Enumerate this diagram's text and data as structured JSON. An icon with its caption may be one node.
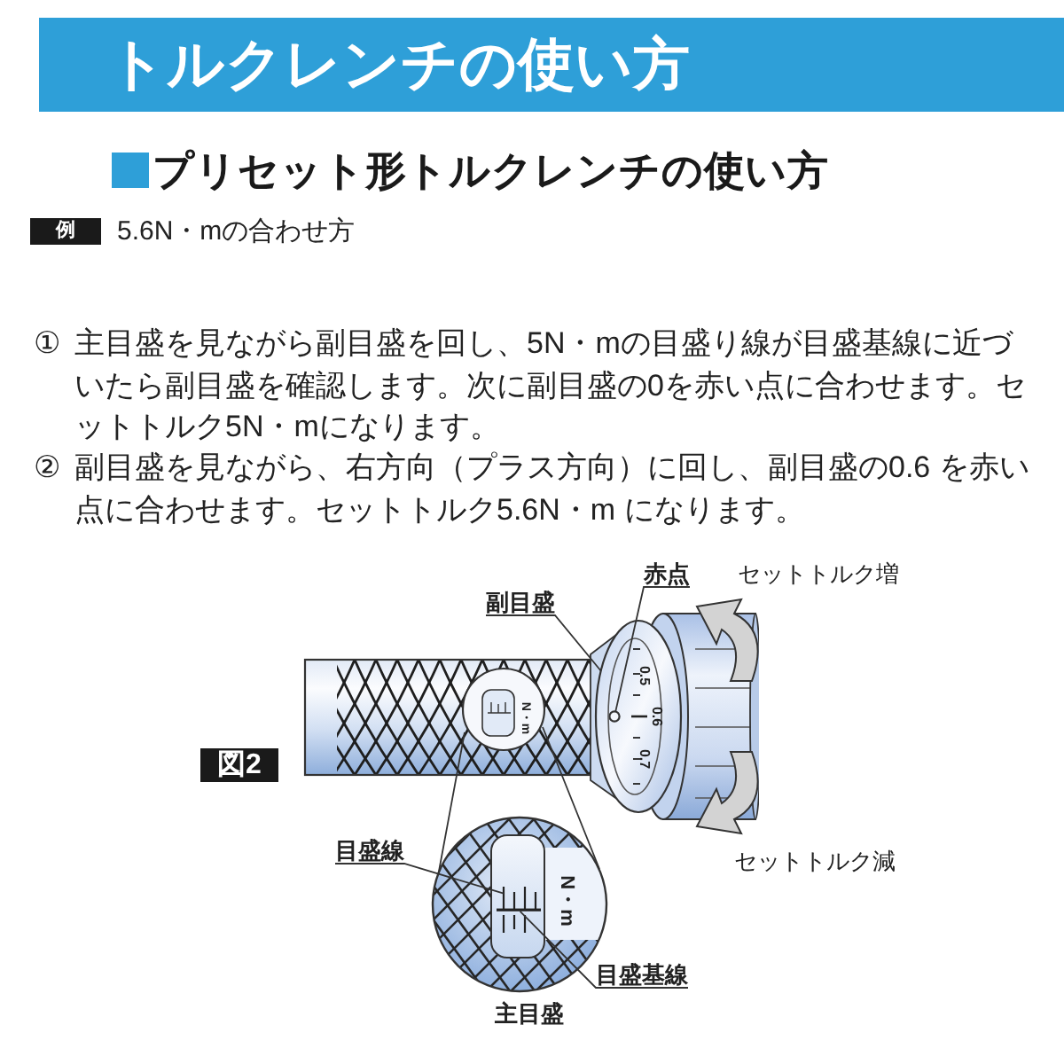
{
  "diagram": {
    "title": "トルクレンチの使い方",
    "nodes": [
      {
        "text": [
          "例"
        ]
      },
      {
        "text": [
          "赤点"
        ]
      },
      {
        "text": [],
        "shape": "circle",
        "in": 4
      },
      {
        "text": [
          "副目盛"
        ]
      },
      {
        "text": [],
        "shape": "circle"
      },
      {
        "text": [
          "図2"
        ]
      },
      {
        "text": [
          "目盛線"
        ]
      },
      {
        "text": [],
        "shape": "picture"
      },
      {
        "text": [],
        "shape": "bar"
      },
      {
        "text": [
          "目盛基線"
        ]
      }
    ],
    "edges": [
      {
        "from": 1,
        "to": 2,
        "arrow": "none"
      },
      {
        "from": 3,
        "to": 4,
        "arrow": "none"
      },
      {
        "from": 6,
        "to": 7,
        "arrow": "none"
      },
      {
        "from": 9,
        "to": 8,
        "arrow": "none"
      }
    ],
    "labels": [
      "プリセット形トルクレンチの使い方",
      "5.6N・mの合わせ方",
      "①",
      "主目盛を見ながら副目盛を回し、5N・mの目盛り線が目盛基線に近づいたら副目盛を確認します。次に副目盛の0を赤い点に合わせます。セットトルク5N・mになります。",
      "②",
      "副目盛を見ながら、右方向（プラス方向）に回し、副目盛の0.6 を赤い点に合わせます。セットトルク5.6N・m になります。",
      "セットトルク増",
      "0.5",
      "N・m",
      "0.6",
      "0.7",
      "セットトルク減",
      "N・m",
      "主目盛"
    ]
  }
}
